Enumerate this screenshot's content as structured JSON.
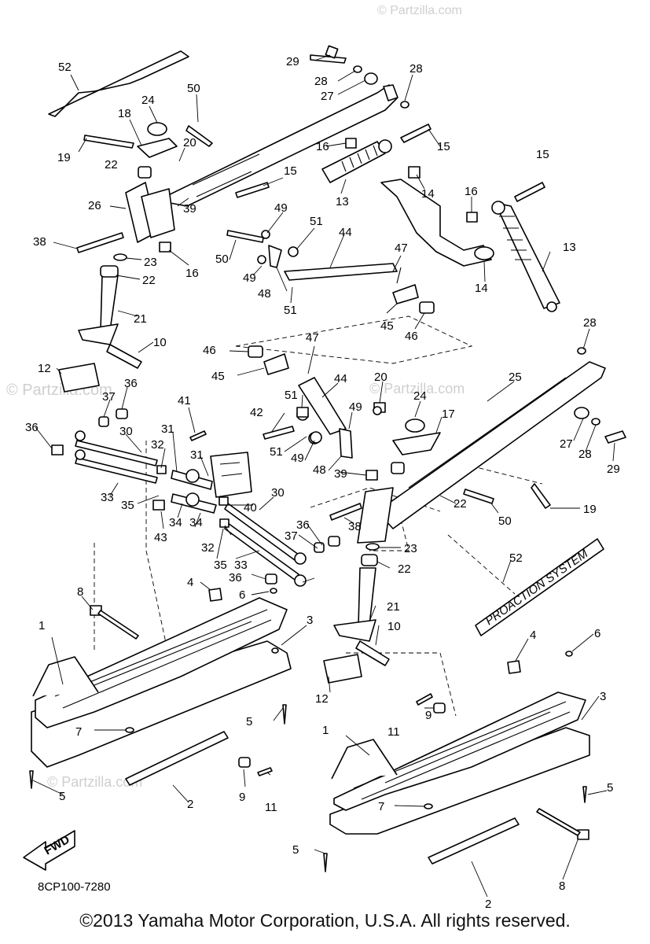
{
  "diagram": {
    "part_labels": [
      {
        "key": "52a",
        "text": "52"
      },
      {
        "key": "29a",
        "text": "29"
      },
      {
        "key": "28a",
        "text": "28"
      },
      {
        "key": "27a",
        "text": "27"
      },
      {
        "key": "28b",
        "text": "28"
      },
      {
        "key": "50a",
        "text": "50"
      },
      {
        "key": "24a",
        "text": "24"
      },
      {
        "key": "18",
        "text": "18"
      },
      {
        "key": "20a",
        "text": "20"
      },
      {
        "key": "19a",
        "text": "19"
      },
      {
        "key": "16a",
        "text": "16"
      },
      {
        "key": "15a",
        "text": "15"
      },
      {
        "key": "22a",
        "text": "22"
      },
      {
        "key": "15b",
        "text": "15"
      },
      {
        "key": "15c",
        "text": "15"
      },
      {
        "key": "14a",
        "text": "14"
      },
      {
        "key": "16b",
        "text": "16"
      },
      {
        "key": "26",
        "text": "26"
      },
      {
        "key": "39a",
        "text": "39"
      },
      {
        "key": "13a",
        "text": "13"
      },
      {
        "key": "49a",
        "text": "49"
      },
      {
        "key": "51a",
        "text": "51"
      },
      {
        "key": "44a",
        "text": "44"
      },
      {
        "key": "38a",
        "text": "38"
      },
      {
        "key": "50b",
        "text": "50"
      },
      {
        "key": "23a",
        "text": "23"
      },
      {
        "key": "16c",
        "text": "16"
      },
      {
        "key": "47a",
        "text": "47"
      },
      {
        "key": "13b",
        "text": "13"
      },
      {
        "key": "22b",
        "text": "22"
      },
      {
        "key": "49b",
        "text": "49"
      },
      {
        "key": "48a",
        "text": "48"
      },
      {
        "key": "14b",
        "text": "14"
      },
      {
        "key": "51b",
        "text": "51"
      },
      {
        "key": "21a",
        "text": "21"
      },
      {
        "key": "45a",
        "text": "45"
      },
      {
        "key": "46a",
        "text": "46"
      },
      {
        "key": "10a",
        "text": "10"
      },
      {
        "key": "28c",
        "text": "28"
      },
      {
        "key": "46b",
        "text": "46"
      },
      {
        "key": "47b",
        "text": "47"
      },
      {
        "key": "12a",
        "text": "12"
      },
      {
        "key": "45b",
        "text": "45"
      },
      {
        "key": "44b",
        "text": "44"
      },
      {
        "key": "20b",
        "text": "20"
      },
      {
        "key": "25",
        "text": "25"
      },
      {
        "key": "37a",
        "text": "37"
      },
      {
        "key": "36a",
        "text": "36"
      },
      {
        "key": "24b",
        "text": "24"
      },
      {
        "key": "41",
        "text": "41"
      },
      {
        "key": "51c",
        "text": "51"
      },
      {
        "key": "49c",
        "text": "49"
      },
      {
        "key": "17",
        "text": "17"
      },
      {
        "key": "42",
        "text": "42"
      },
      {
        "key": "36b",
        "text": "36"
      },
      {
        "key": "30a",
        "text": "30"
      },
      {
        "key": "27b",
        "text": "27"
      },
      {
        "key": "28d",
        "text": "28"
      },
      {
        "key": "29b",
        "text": "29"
      },
      {
        "key": "31a",
        "text": "31"
      },
      {
        "key": "51d",
        "text": "51"
      },
      {
        "key": "49d",
        "text": "49"
      },
      {
        "key": "32a",
        "text": "32"
      },
      {
        "key": "48b",
        "text": "48"
      },
      {
        "key": "39b",
        "text": "39"
      },
      {
        "key": "31b",
        "text": "31"
      },
      {
        "key": "33a",
        "text": "33"
      },
      {
        "key": "35a",
        "text": "35"
      },
      {
        "key": "40",
        "text": "40"
      },
      {
        "key": "30b",
        "text": "30"
      },
      {
        "key": "22c",
        "text": "22"
      },
      {
        "key": "50c",
        "text": "50"
      },
      {
        "key": "19b",
        "text": "19"
      },
      {
        "key": "43",
        "text": "43"
      },
      {
        "key": "34a",
        "text": "34"
      },
      {
        "key": "34b",
        "text": "34"
      },
      {
        "key": "38b",
        "text": "38"
      },
      {
        "key": "32b",
        "text": "32"
      },
      {
        "key": "36c",
        "text": "36"
      },
      {
        "key": "37b",
        "text": "37"
      },
      {
        "key": "23b",
        "text": "23"
      },
      {
        "key": "35b",
        "text": "35"
      },
      {
        "key": "33b",
        "text": "33"
      },
      {
        "key": "22d",
        "text": "22"
      },
      {
        "key": "52b",
        "text": "52"
      },
      {
        "key": "36d",
        "text": "36"
      },
      {
        "key": "8a",
        "text": "8"
      },
      {
        "key": "4a",
        "text": "4"
      },
      {
        "key": "6a",
        "text": "6"
      },
      {
        "key": "3a",
        "text": "3"
      },
      {
        "key": "21b",
        "text": "21"
      },
      {
        "key": "1a",
        "text": "1"
      },
      {
        "key": "10b",
        "text": "10"
      },
      {
        "key": "4b",
        "text": "4"
      },
      {
        "key": "6b",
        "text": "6"
      },
      {
        "key": "12b",
        "text": "12"
      },
      {
        "key": "3b",
        "text": "3"
      },
      {
        "key": "5a",
        "text": "5"
      },
      {
        "key": "9a",
        "text": "9"
      },
      {
        "key": "11a",
        "text": "11"
      },
      {
        "key": "7a",
        "text": "7"
      },
      {
        "key": "1b",
        "text": "1"
      },
      {
        "key": "5b",
        "text": "5"
      },
      {
        "key": "2a",
        "text": "2"
      },
      {
        "key": "9b",
        "text": "9"
      },
      {
        "key": "11b",
        "text": "11"
      },
      {
        "key": "5c",
        "text": "5"
      },
      {
        "key": "7b",
        "text": "7"
      },
      {
        "key": "5d",
        "text": "5"
      },
      {
        "key": "2b",
        "text": "2"
      },
      {
        "key": "8b",
        "text": "8"
      }
    ],
    "diagram_code": "8CP100-7280",
    "fwd_label": "FWD",
    "decal_text": "PROACTION SYSTEM",
    "watermark_text": "© Partzilla.com"
  },
  "footer": {
    "copyright": "©2013 Yamaha Motor Corporation, U.S.A. All rights reserved."
  }
}
